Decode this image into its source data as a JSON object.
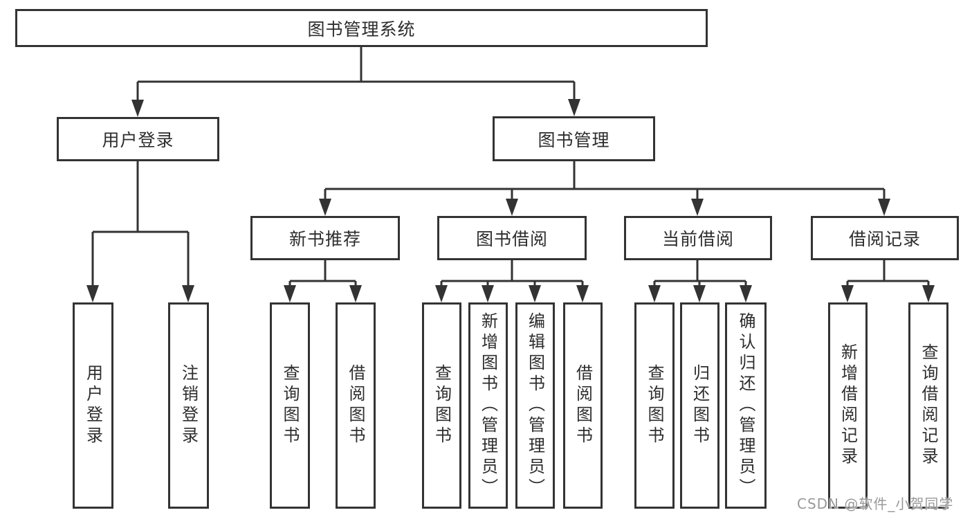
{
  "diagram": {
    "root": {
      "label": "图书管理系统"
    },
    "branches": [
      {
        "label": "用户登录",
        "leaves": [
          "用户登录",
          "注销登录"
        ]
      },
      {
        "label": "图书管理",
        "groups": [
          {
            "label": "新书推荐",
            "leaves": [
              "查询图书",
              "借阅图书"
            ]
          },
          {
            "label": "图书借阅",
            "leaves": [
              "查询图书",
              "新增图书（管理员）",
              "编辑图书（管理员）",
              "借阅图书"
            ]
          },
          {
            "label": "当前借阅",
            "leaves": [
              "查询图书",
              "归还图书",
              "确认归还（管理员）"
            ]
          },
          {
            "label": "借阅记录",
            "leaves": [
              "新增借阅记录",
              "查询借阅记录"
            ]
          }
        ]
      }
    ],
    "watermark": "CSDN @软件_小贺同学",
    "colors": {
      "line": "#333333",
      "text": "#2d2d2d",
      "background": "#ffffff",
      "watermark": "#999999"
    }
  }
}
